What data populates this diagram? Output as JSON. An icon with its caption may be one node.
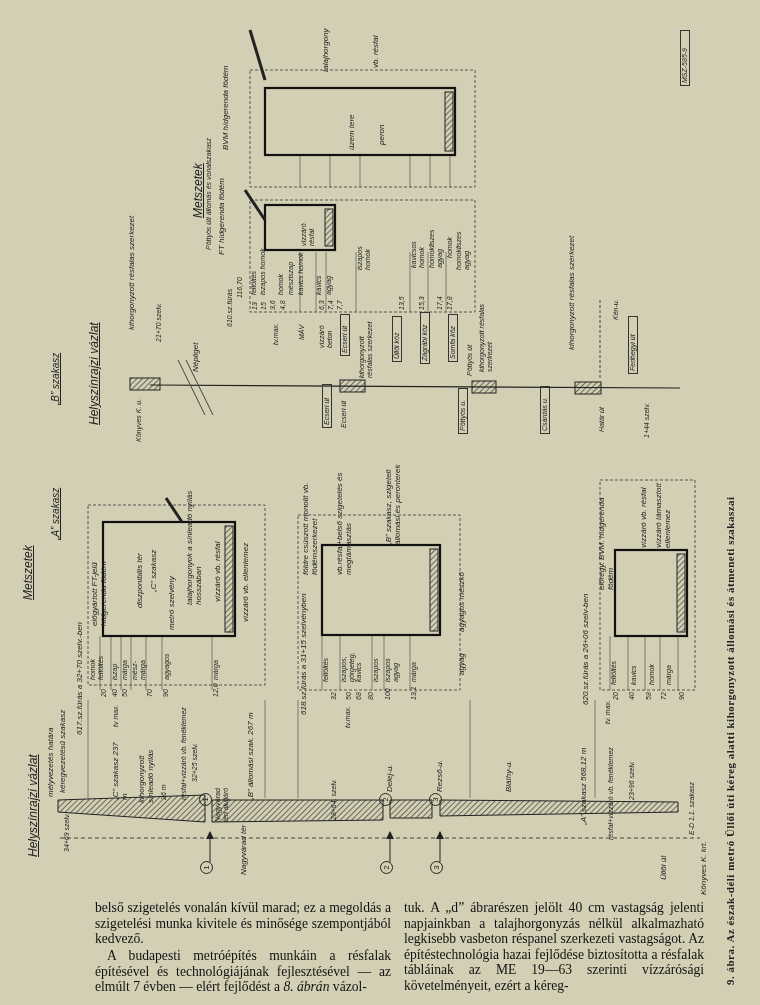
{
  "diagram": {
    "caption": "9. ábra. Az észak-déli metró Üllői úti kéreg alatti kihorgonyzott állomási és átmeneti szakaszai",
    "labels": [
      "Helyszínrajzi vázlat",
      "mélyvezetés határa",
      "kéregvezetésű szakasz",
      "34+69 szelv.",
      "Metszetek",
      "„A” szakasz",
      "617.sz.fúrás a 32+70 szelv.-ben",
      "előgyártott FT-jelű hídgerenda födém",
      "diszponibilis tér",
      "„C” szakasz",
      "talajhorgonyok a sínleadó nyílás hosszában",
      "vízzáró vb. résfal",
      "vízzáró vb. ellenlemez",
      "homok feltöltés",
      "iszap",
      "márga",
      "mész- márga",
      "agyagos",
      "márga",
      "metró szelvény",
      "20",
      "40",
      "50",
      "70",
      "90",
      "12,0",
      "tv max.",
      "résfal+vízzáró vb. fenéklemez",
      "„C” szakasz 237 m",
      "kihorgonyzott sínleadó nyílás",
      "26 m",
      "32+25 szelv.",
      "„B” állomási szak. 267 m",
      "Nagyvárad téri aluljáró",
      "1",
      "1",
      "Nagyvárad tér",
      "618.sz.fúrás a 31+15 szelvényben",
      "földre csúszott monolit vb. födémszerkezet",
      "vb.résfal+belső szigetelés és megtámasztás",
      "„B” szakasz, szigetelt állomási és peronterek",
      "feltöltés",
      "iszapos, görgeteg, kavics",
      "iszapos",
      "iszapos agyag",
      "márga",
      "32",
      "50",
      "68",
      "80",
      "100",
      "13,1",
      "tv.max.",
      "agyagos mészkő",
      "agyag",
      "28+64. szelv.",
      "2",
      "Delej-u.",
      "2",
      "3",
      "Rezső-u.",
      "3",
      "Bláthy-u.",
      "620.sz.fúrás a 26+06 szelv-ben",
      "előregy. BVM. hídgerenda födém",
      "tv. max.",
      "20",
      "40",
      "58",
      "72",
      "90",
      "feltöltés",
      "kavics",
      "homok",
      "márga",
      "vízzáró vb. résfal",
      "vízzáró támasztott ellenlemez",
      "„A” szakasz 568,12 m",
      "résfal+vízzáró vb. fenéklemez",
      "23+96 szelv.",
      "Üllői út",
      "E-D 1.1. szakasz",
      "Könyves K. krt.",
      "„B” szakasz",
      "Helyszínrajzi vázlat",
      "Könyves K. u.",
      "kihorgonyzott résfalas szerkezet",
      "21+70 szelv.",
      "Népliget",
      "Metszetek",
      "Pöttyös úti állomás és vonalszakasz",
      "FT hídgerenda födém",
      "BVM hídgerenda födém",
      "610.sz.fúrás",
      "116,70",
      "feltöltés",
      "iszapos homok",
      "homok",
      "mésziszap",
      "kavics homok",
      "kavics",
      "agyag",
      "13",
      "15",
      "3,6",
      "4,8",
      "6,3",
      "7,4",
      "7,7",
      "13,5",
      "15,3",
      "17,4",
      "17,8",
      "tv.max.",
      "MÁV",
      "talajhorgony",
      "vb. résfal",
      "üzem tere",
      "peron",
      "vízzáró résfal",
      "iszapos homok",
      "kavicsos homok",
      "homokliszes agyag",
      "homok",
      "homokliszes agyag",
      "vízzáró beton",
      "Ecseri út",
      "kihorgonyzott résfalas szerkezet",
      "Üllői köz",
      "Zágrábi köz",
      "Somfa köz",
      "kihorgonyzott résfalas szerkezet",
      "Pöttyös út",
      "Ecseri út",
      "Ecseri út",
      "Pöttyös u.",
      "Csárdás u.",
      "kihorgonyzott résfalas szerkezet",
      "Kén-u.",
      "Határ út",
      "Ferihegyi út",
      "1+44 szelv.",
      "MSZ-585-9",
      "belső szigetelés vonalán kívül marad; ez a megoldás a szigetelési munka kivitele és minősége szempontjából kedvező.",
      "A budapesti metróépítés munkáin a résfalak építésével és technológiájának fejlesztésével — az elmúlt 7 évben — elért fejlődést a *8. ábrán* vázol-",
      "tuk. A „d” ábrarészen jelölt 40 cm vastagság jelenti napjainkban a talajhorgonyzás nélkül alkalmazható legkisebb vasbeton réspanel szerkezeti vastagságot. Az építéstechnológia hazai fejlődése biztosította a résfalak tábláinak az ME 19—63 szerinti vízzárósági követelményeit, ezért a kéreg-"
    ]
  }
}
